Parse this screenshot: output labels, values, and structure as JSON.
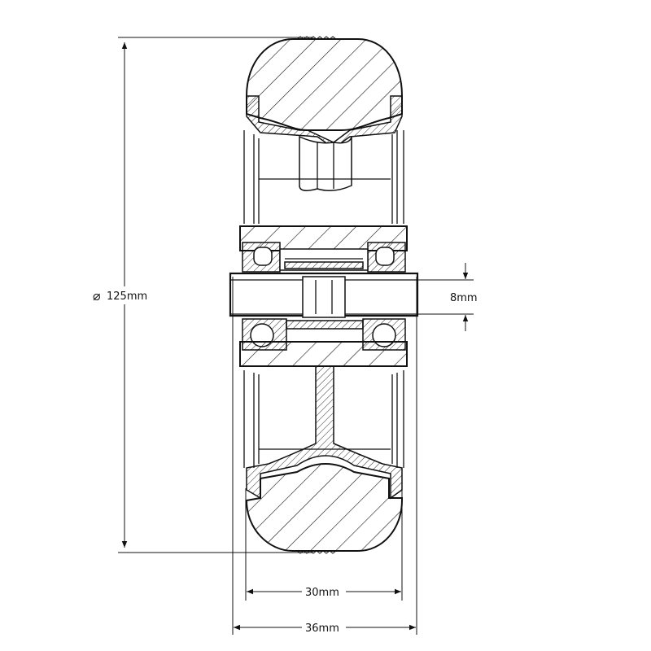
{
  "dimensions": {
    "diameter_label": "125mm",
    "bore_label": "8mm",
    "hub_width_label": "30mm",
    "overall_width_label": "36mm"
  },
  "symbols": {
    "diameter_symbol": "⌀"
  }
}
